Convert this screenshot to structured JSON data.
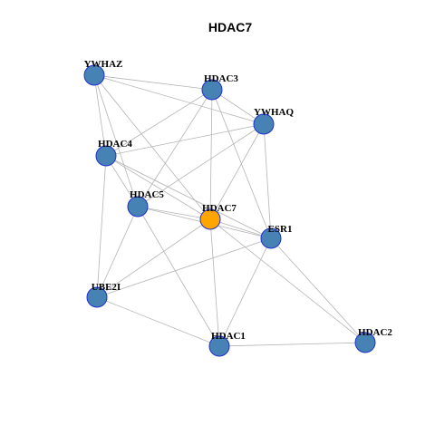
{
  "title": "HDAC7",
  "colors": {
    "node_default": "#4682b4",
    "node_focus": "#ffa500",
    "node_border": "#1f2fcf",
    "edge": "#b4b4b4"
  },
  "nodes": [
    {
      "id": "YWHAZ",
      "label": "YWHAZ",
      "focus": false
    },
    {
      "id": "HDAC3",
      "label": "HDAC3",
      "focus": false
    },
    {
      "id": "YWHAQ",
      "label": "YWHAQ",
      "focus": false
    },
    {
      "id": "HDAC4",
      "label": "HDAC4",
      "focus": false
    },
    {
      "id": "HDAC5",
      "label": "HDAC5",
      "focus": false
    },
    {
      "id": "HDAC7",
      "label": "HDAC7",
      "focus": true
    },
    {
      "id": "ESR1",
      "label": "ESR1",
      "focus": false
    },
    {
      "id": "UBE2I",
      "label": "UBE2I",
      "focus": false
    },
    {
      "id": "HDAC1",
      "label": "HDAC1",
      "focus": false
    },
    {
      "id": "HDAC2",
      "label": "HDAC2",
      "focus": false
    }
  ],
  "edges": [
    [
      "YWHAZ",
      "HDAC3"
    ],
    [
      "YWHAZ",
      "YWHAQ"
    ],
    [
      "YWHAZ",
      "HDAC4"
    ],
    [
      "YWHAZ",
      "HDAC5"
    ],
    [
      "YWHAZ",
      "HDAC7"
    ],
    [
      "HDAC3",
      "YWHAQ"
    ],
    [
      "HDAC3",
      "HDAC4"
    ],
    [
      "HDAC3",
      "HDAC5"
    ],
    [
      "HDAC3",
      "HDAC7"
    ],
    [
      "HDAC3",
      "ESR1"
    ],
    [
      "YWHAQ",
      "HDAC4"
    ],
    [
      "YWHAQ",
      "HDAC5"
    ],
    [
      "YWHAQ",
      "HDAC7"
    ],
    [
      "YWHAQ",
      "ESR1"
    ],
    [
      "HDAC4",
      "HDAC5"
    ],
    [
      "HDAC4",
      "HDAC7"
    ],
    [
      "HDAC4",
      "ESR1"
    ],
    [
      "HDAC4",
      "UBE2I"
    ],
    [
      "HDAC5",
      "HDAC7"
    ],
    [
      "HDAC5",
      "ESR1"
    ],
    [
      "HDAC5",
      "UBE2I"
    ],
    [
      "HDAC5",
      "HDAC1"
    ],
    [
      "HDAC7",
      "ESR1"
    ],
    [
      "HDAC7",
      "UBE2I"
    ],
    [
      "HDAC7",
      "HDAC1"
    ],
    [
      "HDAC7",
      "HDAC2"
    ],
    [
      "ESR1",
      "UBE2I"
    ],
    [
      "ESR1",
      "HDAC1"
    ],
    [
      "ESR1",
      "HDAC2"
    ],
    [
      "UBE2I",
      "HDAC1"
    ],
    [
      "HDAC1",
      "HDAC2"
    ]
  ]
}
